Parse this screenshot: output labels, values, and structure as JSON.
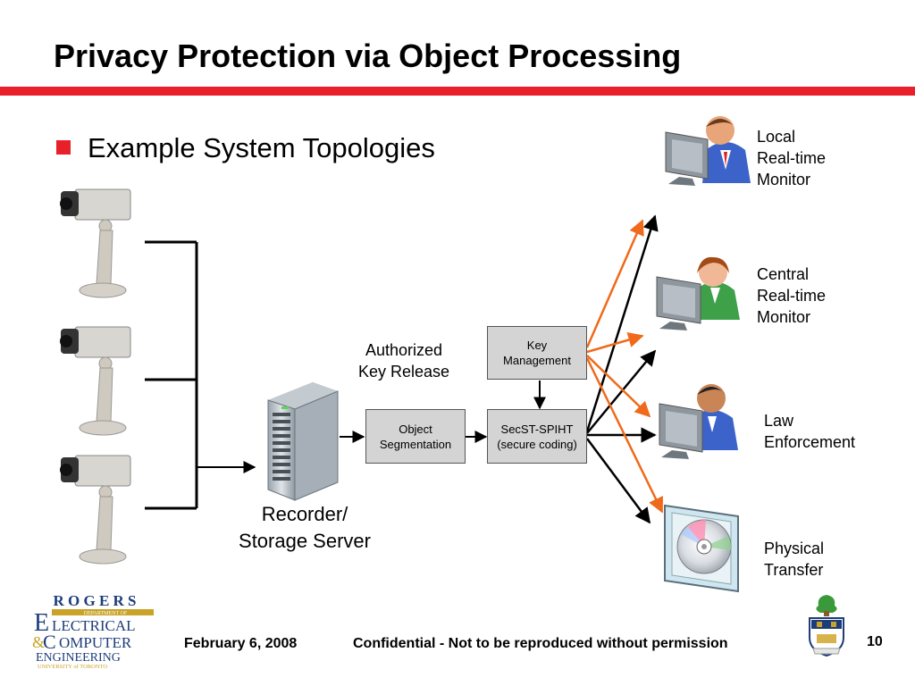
{
  "slide": {
    "title": "Privacy Protection via Object Processing",
    "bullet": "Example System Topologies",
    "page_number": "10"
  },
  "diagram": {
    "boxes": {
      "key_management": "Key\nManagement",
      "object_segmentation": "Object\nSegmentation",
      "secst_spiht": "SecST-SPIHT\n(secure coding)"
    },
    "labels": {
      "authorized_key_release": "Authorized\nKey Release",
      "recorder_server": "Recorder/\nStorage Server",
      "local_monitor": "Local\nReal-time\nMonitor",
      "central_monitor": "Central\nReal-time\nMonitor",
      "law_enforcement": "Law\nEnforcement",
      "physical_transfer": "Physical\nTransfer"
    },
    "colors": {
      "accent": "#e8202a",
      "orange_arrow": "#ef6a1a",
      "black_arrow": "#000000"
    }
  },
  "footer": {
    "date": "February 6, 2008",
    "confidential": "Confidential - Not to be reproduced without permission",
    "logo": {
      "rogers": "R O G E R S",
      "dept": "DEPARTMENT OF",
      "electrical": "LECTRICAL",
      "computer": "OMPUTER",
      "engineering": "ENGINEERING",
      "university": "UNIVERSITY of TORONTO"
    }
  }
}
